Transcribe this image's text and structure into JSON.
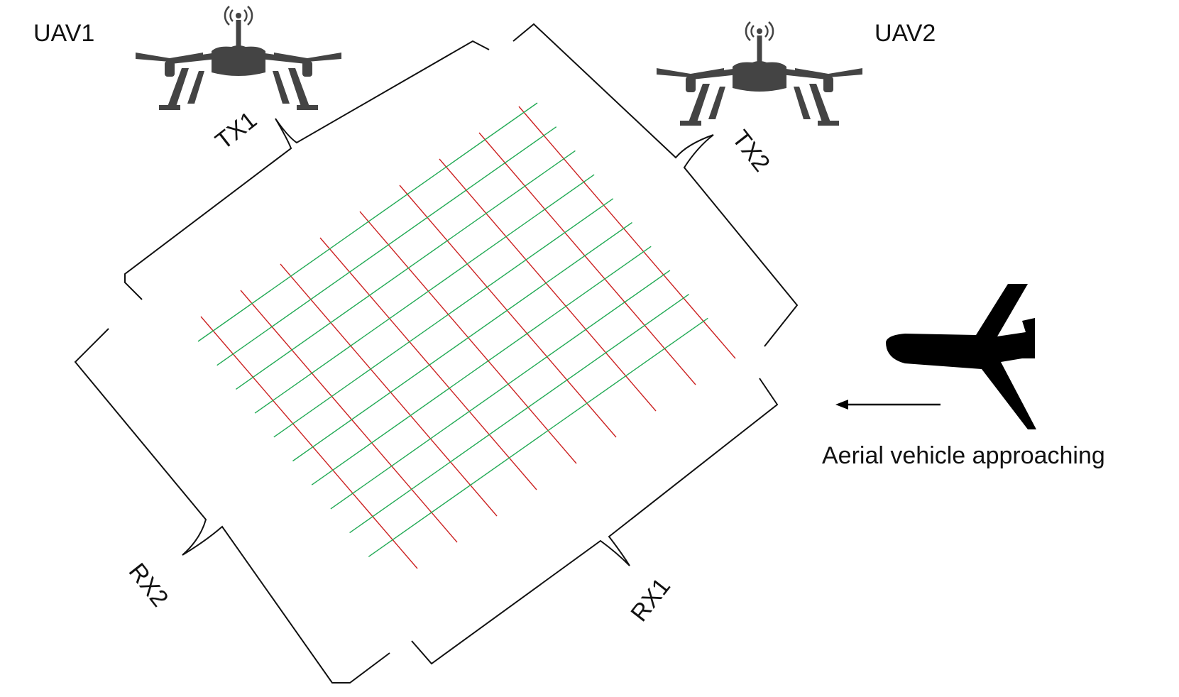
{
  "labels": {
    "uav1": "UAV1",
    "uav2": "UAV2",
    "tx1": "TX1",
    "tx2": "TX2",
    "rx1": "RX1",
    "rx2": "RX2",
    "approach": "Aerial vehicle approaching"
  },
  "icons": {
    "drone": "quadcopter-drone-icon",
    "aircraft": "fixed-wing-aircraft-icon",
    "arrow": "arrow-left-icon"
  },
  "grid": {
    "tx_line_color": "#cc2222",
    "rx_line_color": "#22aa55",
    "tx_line_count": 9,
    "rx_line_count": 10
  },
  "colors": {
    "bracket": "#111111",
    "silhouette_drone": "#444444",
    "silhouette_aircraft": "#000000"
  }
}
